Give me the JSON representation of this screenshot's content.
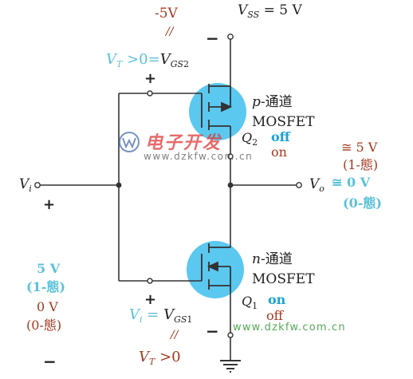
{
  "supply": {
    "vss_label_main": "V",
    "vss_label_sub": "SS",
    "vss_value": " = 5 V",
    "minus_top": "−",
    "negative_label": "-5V",
    "slash_mark": "//"
  },
  "pmos": {
    "vt_condition_pre": "V",
    "vt_condition_sub": "T",
    "vt_condition_mid": " >0=",
    "vt_condition_vgs": "V",
    "vt_condition_vgs_sub": "GS",
    "vt_condition_vgs_num": "2",
    "plus_sign": "+",
    "type_italic": "p",
    "type_rest": "-通道",
    "mosfet": "MOSFET",
    "q_label": "Q",
    "q_num": "2",
    "state_1": "off",
    "state_2": "on"
  },
  "nmos": {
    "type_italic": "n",
    "type_rest": "-通道",
    "mosfet": "MOSFET",
    "q_label": "Q",
    "q_num": "1",
    "state_1": "on",
    "state_2": "off",
    "plus_sign": "+",
    "minus_sign": "−",
    "vi_eq_pre": "V",
    "vi_eq_pre_sub": "i",
    "vi_eq_mid": " = ",
    "vi_eq_vgs": "V",
    "vi_eq_vgs_sub": "GS",
    "vi_eq_vgs_num": "1",
    "slash_mark": "//",
    "vt_bottom_pre": "V",
    "vt_bottom_sub": "T",
    "vt_bottom_post": " >0"
  },
  "input": {
    "label_main": "V",
    "label_sub": "i",
    "plus_sign": "+",
    "minus_sign": "−",
    "level_high": "5 V",
    "level_high_state": "(1-態)",
    "level_low": "0 V",
    "level_low_state": "(0-態)"
  },
  "output": {
    "label_main": "V",
    "label_sub": "o",
    "approx_high": "≅ 5 V",
    "high_state": "(1-態)",
    "approx_low": "≅ 0 V",
    "low_state": "(0-態)"
  },
  "watermark": {
    "brand": "电子开发",
    "url_top": "www.dzkfw.com.cn",
    "url_bottom": "www.dzkfw.com.cn"
  },
  "colors": {
    "wire": "#333333",
    "mos_fill": "#5bc8f0",
    "cyan_text": "#5bc1d8",
    "brown_text": "#a23a20",
    "blue_state": "#1aa3d6",
    "watermark_red": "#e03a3a",
    "watermark_green": "#3a9a3a"
  }
}
